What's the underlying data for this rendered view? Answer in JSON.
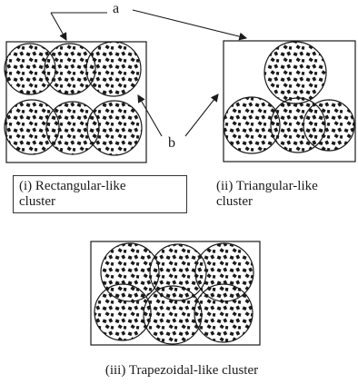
{
  "labels": {
    "a": "a",
    "b": "b"
  },
  "captions": {
    "rectangular_line1": "(i) Rectangular-like",
    "rectangular_line2": "cluster",
    "triangular_line1": "(ii) Triangular-like",
    "triangular_line2": "cluster",
    "trapezoidal": "(iii) Trapezoidal-like cluster"
  },
  "colors": {
    "ink": "#1a1a1a",
    "paper": "#ffffff"
  }
}
